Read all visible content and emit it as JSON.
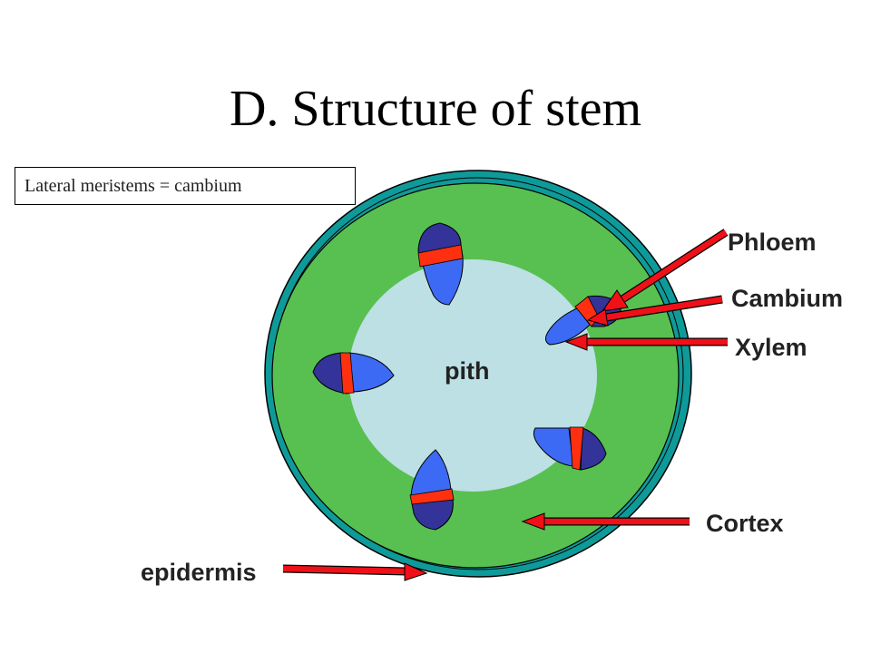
{
  "title": "D. Structure of stem",
  "note": "Lateral meristems = cambium",
  "labels": {
    "pith": "pith",
    "phloem": "Phloem",
    "cambium": "Cambium",
    "xylem": "Xylem",
    "cortex": "Cortex",
    "epidermis": "epidermis"
  },
  "colors": {
    "epidermis": "#0f9a9a",
    "cortex": "#58c050",
    "pith": "#bce0e4",
    "xylem": "#3d6af5",
    "phloem": "#333399",
    "cambium": "#ff3010",
    "arrow": "#f01018"
  }
}
